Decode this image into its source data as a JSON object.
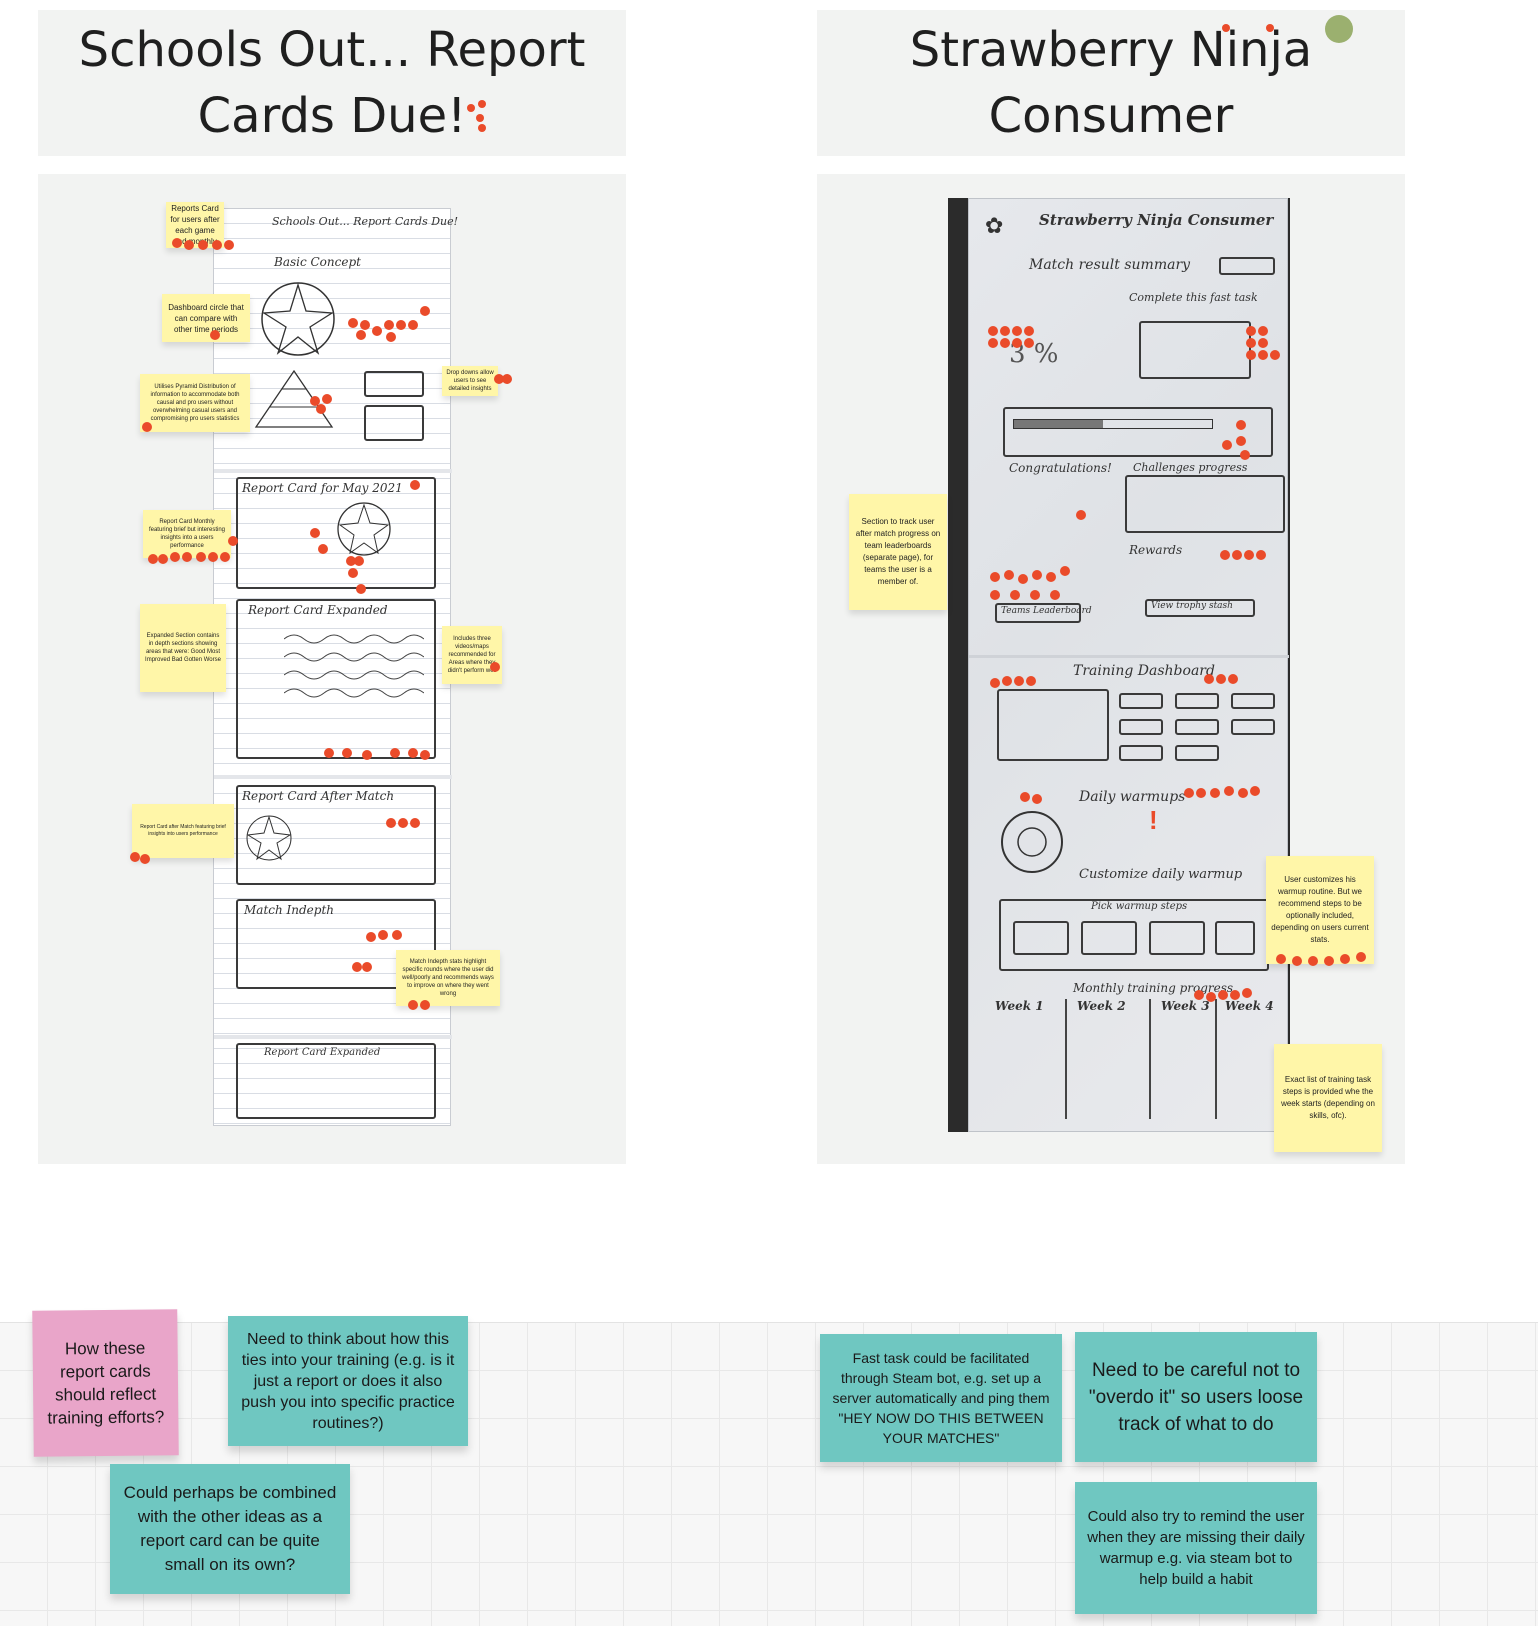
{
  "boards": [
    {
      "title": "Schools Out... Report Cards Due!",
      "sketch_title": "Schools Out... Report Cards Due!",
      "sections": [
        "Basic Concept",
        "Report Card for May 2021",
        "Report Card Expanded",
        "Report Card After Match",
        "Match Indepth",
        "Report Card Expanded"
      ],
      "notes": [
        "Reports Card for users after each game and monthly",
        "Dashboard circle that can compare with other time periods",
        "Utilises Pyramid Distribution of information to accommodate both causal and pro users without overwhelming casual users and compromising pro users statistics",
        "Drop downs allow users to see detailed insights",
        "Report Card Monthly featuring brief but interesting insights into a users performance",
        "Expanded Section contains in depth sections showing areas that were: Good Most Improved Bad Gotten Worse",
        "Includes three videos/maps recommended for Areas where they didn't perform well",
        "Report Card after Match featuring brief insights into users performance",
        "Match Indepth stats highlight specific rounds where the user did well/poorly and recommends ways to improve on where they went wrong"
      ]
    },
    {
      "title": "Strawberry Ninja Consumer",
      "sketch_title": "Strawberry Ninja Consumer",
      "sketch_labels": [
        "Match result summary",
        "Complete this fast task",
        "Congratulations!",
        "Challenges progress",
        "Rewards",
        "Teams Leaderboard",
        "View trophy stash",
        "Training Dashboard",
        "Daily warmups",
        "Customize daily warmup",
        "Pick warmup steps",
        "Monthly training progress",
        "Week 1",
        "Week 2",
        "Week 3",
        "Week 4"
      ],
      "notes": [
        "Section to track user after match progress on team leaderboards (separate page), for teams the user is a member of.",
        "User customizes his warmup routine. But we recommend steps to be optionally included, depending on users current stats.",
        "Exact list of training task steps is provided whe the week starts (depending on skills, ofc)."
      ]
    }
  ],
  "comments": {
    "pink": "How these report cards should reflect training efforts?",
    "teal1": "Need to think about how this ties into your training (e.g. is it just a report or does it also push you into specific practice routines?)",
    "teal2": "Could perhaps be combined with the other ideas as a report card can be quite small on its own?",
    "teal3": "Fast task could be facilitated through Steam bot, e.g. set up a server automatically and ping them \"HEY NOW DO THIS BETWEEN YOUR MATCHES\"",
    "teal4": "Need to be careful not to \"overdo it\" so users loose track of what to do",
    "teal5": "Could also try to remind the user when they are missing their daily warmup e.g. via steam bot to help build a habit"
  },
  "colors": {
    "frame": "#f2f3f2",
    "sticky_yellow": "#fff6a8",
    "sticky_teal": "#6fc7c1",
    "sticky_pink": "#e9a5c9",
    "vote_dot": "#ea4b2a",
    "presence_dot": "#9bb06f"
  }
}
